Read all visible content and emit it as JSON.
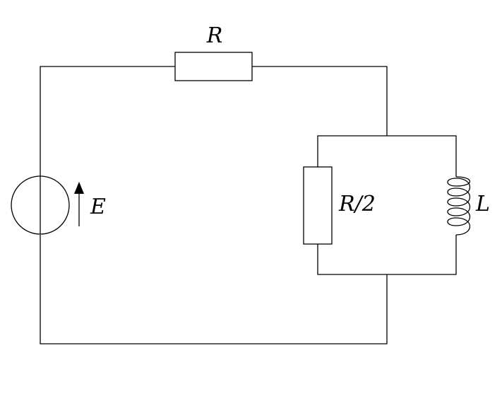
{
  "circuit": {
    "source_label": "E",
    "series_resistor_label": "R",
    "parallel_resistor_label": "R/2",
    "inductor_label": "L"
  }
}
